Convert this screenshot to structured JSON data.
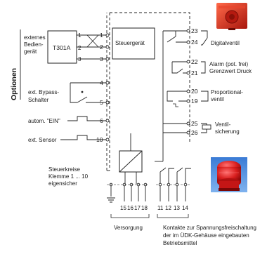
{
  "side_label": "Optionen",
  "left_labels": {
    "external_control_device": [
      "externes",
      "Bedien-",
      "gerät"
    ],
    "ext_bypass_switch": [
      "ext. Bypass-",
      "Schalter"
    ],
    "auto_on": "autom. \"EIN\"",
    "ext_sensor": "ext. Sensor"
  },
  "boxes": {
    "t301a": "T301A",
    "controller": "Steuergerät"
  },
  "terminals_left": [
    "1",
    "2",
    "3",
    "4",
    "5",
    "6",
    "10"
  ],
  "link_numbers": [
    "1",
    "2",
    "3"
  ],
  "terminals_right": [
    "23",
    "24",
    "22",
    "21",
    "20",
    "19",
    "25",
    "26"
  ],
  "terminals_bottom": [
    "15",
    "16",
    "17",
    "18",
    "11",
    "12",
    "13",
    "14"
  ],
  "right_labels": {
    "digital_valve": "Digitalventil",
    "alarm": [
      "Alarm (pot. frei)",
      "Grenzwert Druck"
    ],
    "proportional_valve": [
      "Proportional-",
      "ventil"
    ],
    "valve_protection": [
      "Ventil-",
      "sicherung"
    ]
  },
  "control_circuits": [
    "Steuerkreise",
    "Klemme 1 ... 10",
    "eigensicher"
  ],
  "supply_label": "Versorgung",
  "contacts_label": [
    "Kontakte zur Spannungsfreischaltung",
    "der im ÜDK-Gehäuse eingebauten",
    "Betriebsmittel"
  ],
  "colors": {
    "line": "#222222",
    "signal_red": "#c8271e",
    "flash_red": "#d81e1e"
  }
}
